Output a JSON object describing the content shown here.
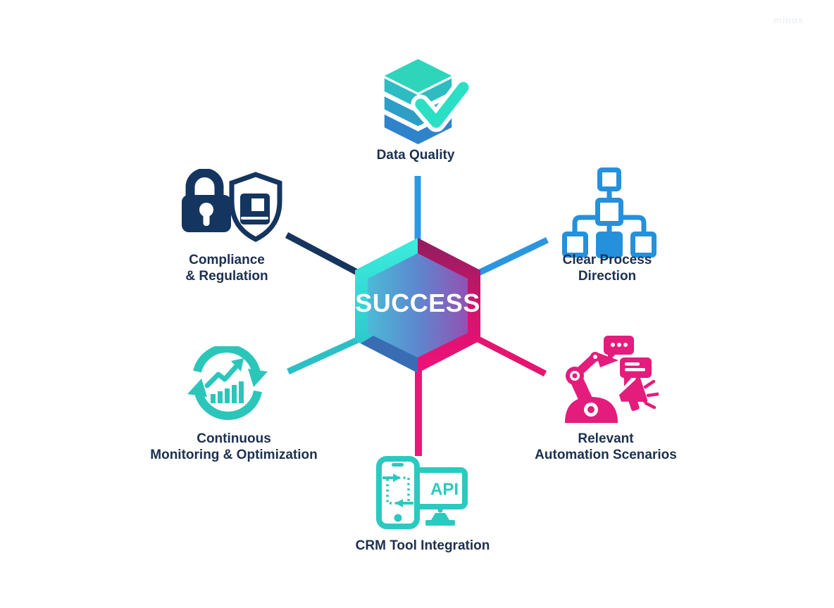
{
  "center": {
    "label": "SUCCESS"
  },
  "watermark": "minus",
  "nodes": [
    {
      "id": "data-quality",
      "position": "top",
      "label_line1": "Data Quality",
      "label_line2": "",
      "icon": "database-stack-check-icon",
      "icon_color": "#2FD5BB",
      "spoke_color": "#2B9AE4"
    },
    {
      "id": "clear-process-direction",
      "position": "top-right",
      "label_line1": "Clear Process",
      "label_line2": "Direction",
      "icon": "flowchart-hierarchy-icon",
      "icon_color": "#2590DC",
      "spoke_color": "#2B96E0"
    },
    {
      "id": "relevant-automation-scenarios",
      "position": "bottom-right",
      "label_line1": "Relevant",
      "label_line2": "Automation Scenarios",
      "icon": "robot-arm-megaphone-chat-icon",
      "icon_color": "#E41C7C",
      "spoke_color": "#E4156F"
    },
    {
      "id": "crm-tool-integration",
      "position": "bottom",
      "label_line1": "CRM Tool Integration",
      "label_line2": "",
      "icon": "phone-monitor-api-icon",
      "icon_text": "API",
      "icon_color": "#2BC9C0",
      "spoke_color": "#ED1678"
    },
    {
      "id": "continuous-monitoring-optimization",
      "position": "bottom-left",
      "label_line1": "Continuous",
      "label_line2": "Monitoring & Optimization",
      "icon": "sync-arrows-bar-chart-icon",
      "icon_color": "#2BC6BA",
      "spoke_color": "#2BC0C5"
    },
    {
      "id": "compliance-regulation",
      "position": "top-left",
      "label_line1": "Compliance",
      "label_line2": "& Regulation",
      "icon": "lock-shield-book-icon",
      "icon_color": "#14355F",
      "spoke_color": "#16355E"
    }
  ],
  "colors": {
    "hexagon_left_bevel_top": "#3BEDDC",
    "hexagon_left_bevel_bottom": "#2ABFC9",
    "hexagon_right_bevel_top": "#8F1D5F",
    "hexagon_right_bevel_bottom": "#F01178",
    "hexagon_bottom_left_bevel": "#3A6CB3",
    "hexagon_face_left": "#4CBAD7",
    "hexagon_face_mid": "#5E87CE",
    "hexagon_face_right": "#9351B3",
    "label_text": "#1C3050",
    "background": "#FFFFFF"
  }
}
